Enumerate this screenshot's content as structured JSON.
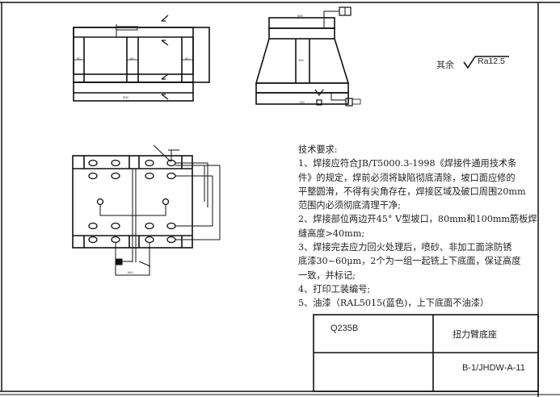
{
  "roughness": {
    "label": "其余",
    "value": "Ra12.5"
  },
  "notes": {
    "title": "技术要求:",
    "lines": [
      "1、焊接应符合JB/T5000.3-1998《焊接件通用技术条",
      "件》的规定，焊前必须将缺陷彻底清除，坡口面应修的",
      "平整圆滑，不得有尖角存在，焊接区域及破口周围20mm",
      "范围内必须彻底清理干净;",
      "2、焊接部位两边开45° V型坡口，80mm和100mm筋板焊",
      "缝高度>40mm;",
      "3、焊接完去应力回火处理后，喷砂、非加工面涂防锈",
      "底漆30~60μm，2个为一组一起铣上下底面，保证高度",
      "一致，并标记;",
      "4、打印工装编号;",
      "5、油漆（RAL5015(蓝色)，上下底面不油漆）"
    ]
  },
  "title_block": {
    "material": "Q235B",
    "part_name": "扭力臂底座",
    "drawing_number": "B-1/JHDW-A-11"
  },
  "dimensions": {
    "top_view_width": "900",
    "rib_a": "80",
    "rib_b": "80",
    "rib_c": "80",
    "side_top": "500",
    "side_rib": "100",
    "side_base": "700",
    "plan_bottom": "540"
  }
}
